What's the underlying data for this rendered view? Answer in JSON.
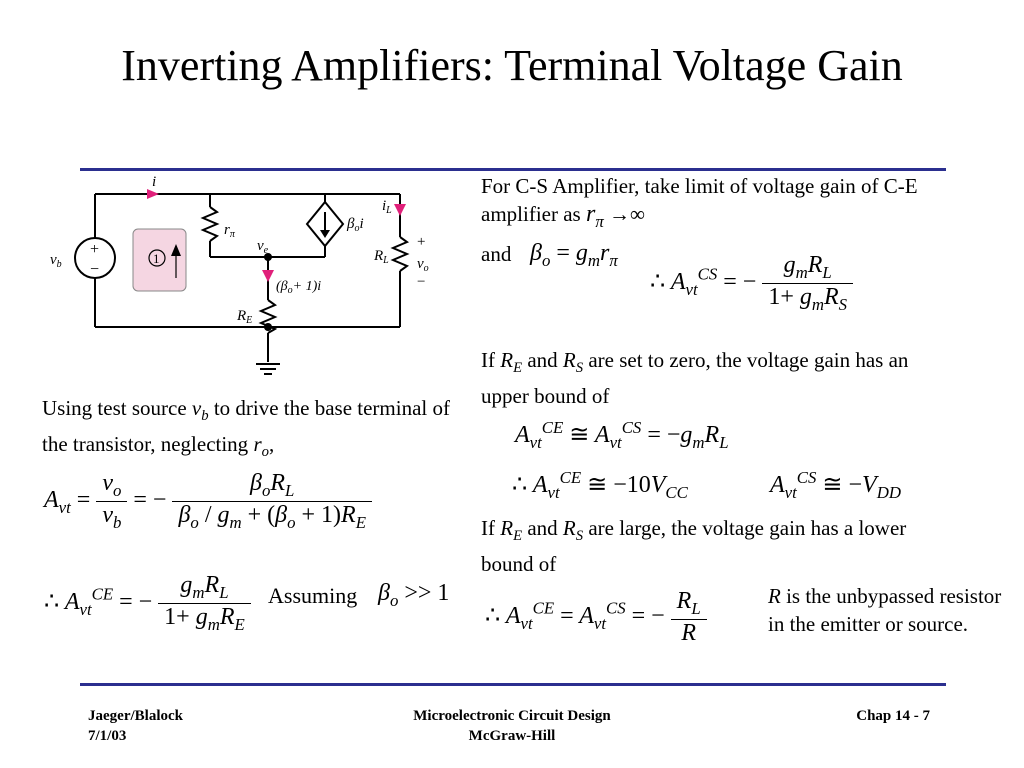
{
  "title": "Inverting Amplifiers: Terminal Voltage Gain",
  "circuit": {
    "label_i": "i",
    "label_vb": "v",
    "label_vb_sub": "b",
    "label_rpi": "r",
    "label_rpi_sub": "π",
    "label_ve": "v",
    "label_ve_sub": "e",
    "label_beta_i": "β",
    "label_beta_i_sub": "o",
    "label_beta_i_tail": "i",
    "label_il": "i",
    "label_il_sub": "L",
    "label_rl": "R",
    "label_rl_sub": "L",
    "label_vo": "v",
    "label_vo_sub": "o",
    "label_plus": "+",
    "label_minus": "−",
    "label_current": "(β",
    "label_current_sub": "o",
    "label_current_tail": "+ 1)i",
    "label_re": "R",
    "label_re_sub": "E",
    "loop_label": "1"
  },
  "left_text": {
    "line1": "Using test source ",
    "v": "v",
    "v_sub": "b",
    "line1_tail": " to drive the base terminal of the transistor, neglecting ",
    "r": "r",
    "r_sub": "o",
    "comma": ","
  },
  "right_text": {
    "cs_line": "For C-S Amplifier, take limit of voltage gain of C-E amplifier as ",
    "and": "and",
    "zero_line_a": "If ",
    "zero_line_b": " and ",
    "zero_line_c": " are set to zero, the voltage gain has an upper bound of",
    "large_line_c": " are large, the voltage gain has a lower bound of",
    "R": "R",
    "E": "E",
    "S": "S",
    "unbypassed": " is the unbypassed resistor in the emitter or source."
  },
  "assuming": "Assuming",
  "footer": {
    "authors": "Jaeger/Blalock",
    "date": "7/1/03",
    "book": "Microelectronic Circuit Design",
    "publisher": "McGraw-Hill",
    "chapter": "Chap 14 - 7"
  },
  "colors": {
    "rule": "#2b2f8f",
    "arrow": "#e0207a",
    "loop_fill": "#f5d6e2"
  }
}
